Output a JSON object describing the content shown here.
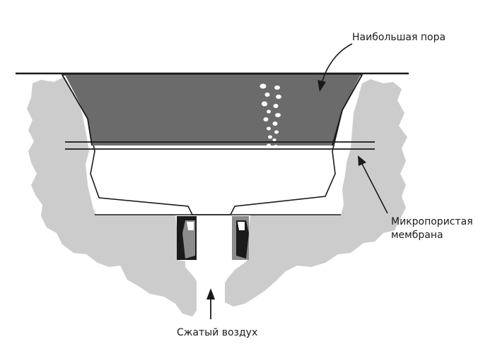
{
  "labels": {
    "largest_pore": "Наибольшая пора",
    "membrane_line1": "Микропористая",
    "membrane_line2": "мембрана",
    "compressed_air": "Сжатый воздух"
  },
  "colors": {
    "background": "#ffffff",
    "fixture_gray": "#cccccc",
    "liquid_dark": "#6b6b6b",
    "outline": "#1a1a1a",
    "bubble": "#ffffff",
    "seal_black": "#1a1a1a",
    "seal_gray": "#8c8c8c"
  }
}
